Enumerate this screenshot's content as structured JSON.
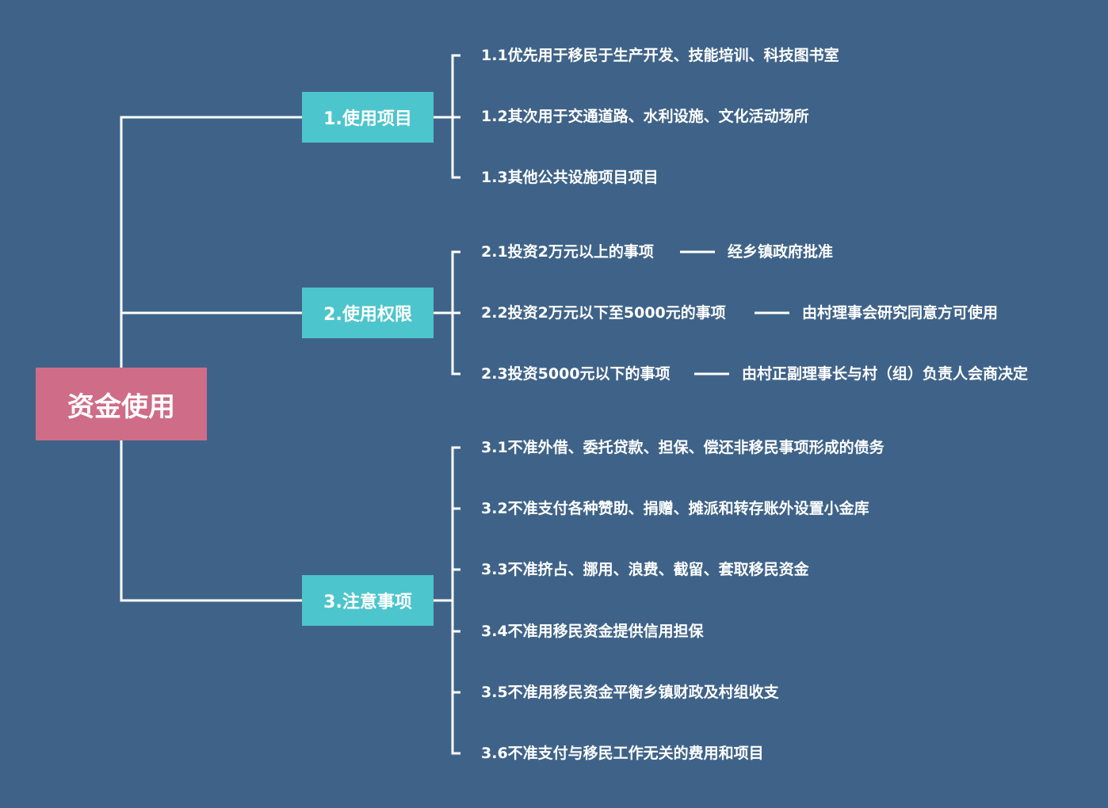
{
  "colors": {
    "background": "#3f6388",
    "root_fill": "#cf6d88",
    "branch_fill": "#4dc5cc",
    "line": "#ffffff",
    "text": "#ffffff"
  },
  "root": {
    "label": "资金使用"
  },
  "branches": [
    {
      "label": "1.使用项目",
      "leaves": [
        {
          "text": "1.1优先用于移民于生产开发、技能培训、科技图书室"
        },
        {
          "text": "1.2其次用于交通道路、水利设施、文化活动场所"
        },
        {
          "text": "1.3其他公共设施项目项目"
        }
      ]
    },
    {
      "label": "2.使用权限",
      "leaves": [
        {
          "text": "2.1投资2万元以上的事项",
          "extra": "经乡镇政府批准"
        },
        {
          "text": "2.2投资2万元以下至5000元的事项",
          "extra": "由村理事会研究同意方可使用"
        },
        {
          "text": "2.3投资5000元以下的事项",
          "extra": "由村正副理事长与村（组）负责人会商决定"
        }
      ]
    },
    {
      "label": "3.注意事项",
      "leaves": [
        {
          "text": "3.1不准外借、委托贷款、担保、偿还非移民事项形成的债务"
        },
        {
          "text": "3.2不准支付各种赞助、捐赠、摊派和转存账外设置小金库"
        },
        {
          "text": "3.3不准挤占、挪用、浪费、截留、套取移民资金"
        },
        {
          "text": "3.4不准用移民资金提供信用担保"
        },
        {
          "text": "3.5不准用移民资金平衡乡镇财政及村组收支"
        },
        {
          "text": "3.6不准支付与移民工作无关的费用和项目"
        }
      ]
    }
  ]
}
